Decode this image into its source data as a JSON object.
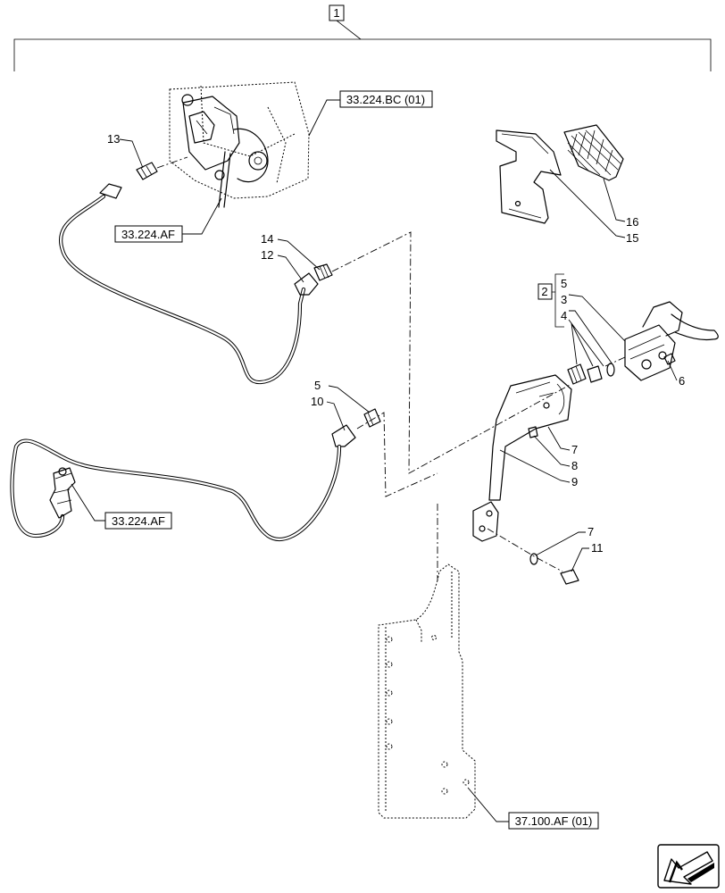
{
  "assembly": {
    "main_index": "1",
    "kit_index": "2"
  },
  "kit_items": [
    "5",
    "3",
    "4"
  ],
  "callouts": {
    "c3": "3",
    "c4": "4",
    "c5": "5",
    "c6": "6",
    "c7": "7",
    "c8": "8",
    "c9": "9",
    "c10": "10",
    "c11": "11",
    "c12": "12",
    "c13": "13",
    "c14": "14",
    "c15": "15",
    "c16": "16",
    "c5b": "5",
    "c7b": "7"
  },
  "references": {
    "ref_bc": "33.224.BC (01)",
    "ref_af_top": "33.224.AF",
    "ref_af_left": "33.224.AF",
    "ref_frame": "37.100.AF (01)"
  },
  "icons": {
    "nav": "arrow-left-down-icon"
  }
}
